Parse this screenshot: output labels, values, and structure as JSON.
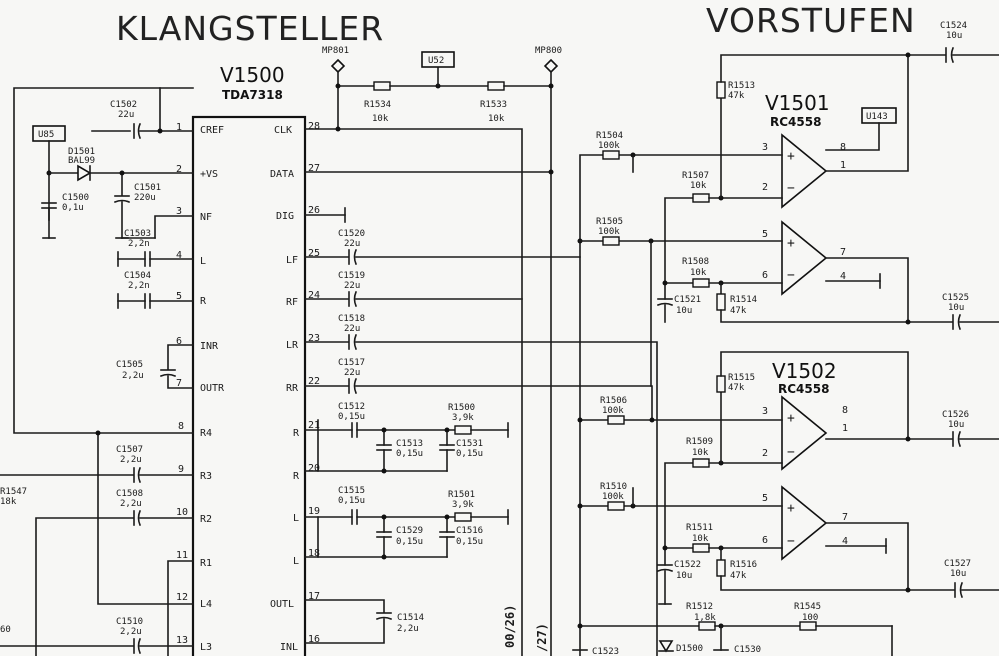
{
  "titles": {
    "left": "KLANGSTELLER",
    "right": "VORSTUFEN"
  },
  "ics": {
    "v1500": {
      "ref": "V1500",
      "part": "TDA7318"
    },
    "v1501": {
      "ref": "V1501",
      "part": "RC4558"
    },
    "v1502": {
      "ref": "V1502",
      "part": "RC4558"
    }
  },
  "tda_pins_left": [
    {
      "num": "1",
      "name": "CREF"
    },
    {
      "num": "2",
      "name": "+VS"
    },
    {
      "num": "3",
      "name": "NF"
    },
    {
      "num": "4",
      "name": "L"
    },
    {
      "num": "5",
      "name": "R"
    },
    {
      "num": "6",
      "name": "INR"
    },
    {
      "num": "7",
      "name": "OUTR"
    },
    {
      "num": "8",
      "name": "R4"
    },
    {
      "num": "9",
      "name": "R3"
    },
    {
      "num": "10",
      "name": "R2"
    },
    {
      "num": "11",
      "name": "R1"
    },
    {
      "num": "12",
      "name": "L4"
    },
    {
      "num": "13",
      "name": "L3"
    }
  ],
  "tda_pins_right": [
    {
      "num": "28",
      "name": "CLK"
    },
    {
      "num": "27",
      "name": "DATA"
    },
    {
      "num": "26",
      "name": "DIG"
    },
    {
      "num": "25",
      "name": "LF"
    },
    {
      "num": "24",
      "name": "RF"
    },
    {
      "num": "23",
      "name": "LR"
    },
    {
      "num": "22",
      "name": "RR"
    },
    {
      "num": "21",
      "name": "R"
    },
    {
      "num": "20",
      "name": "R"
    },
    {
      "num": "19",
      "name": "L"
    },
    {
      "num": "18",
      "name": "L"
    },
    {
      "num": "17",
      "name": "OUTL"
    },
    {
      "num": "16",
      "name": "INL"
    }
  ],
  "boxes": {
    "u85": "U85",
    "u52": "U52",
    "u143": "U143"
  },
  "measure_points": {
    "mp801": "MP801",
    "mp800": "MP800"
  },
  "parts": {
    "c1502": {
      "ref": "C1502",
      "val": "22u"
    },
    "d1501": {
      "ref": "D1501",
      "val": "BAL99"
    },
    "c1500": {
      "ref": "C1500",
      "val": "0,1u"
    },
    "c1501": {
      "ref": "C1501",
      "val": "220u"
    },
    "c1503": {
      "ref": "C1503",
      "val": "2,2n"
    },
    "c1504": {
      "ref": "C1504",
      "val": "2,2n"
    },
    "c1505": {
      "ref": "C1505",
      "val": "2,2u"
    },
    "c1507": {
      "ref": "C1507",
      "val": "2,2u"
    },
    "c1508": {
      "ref": "C1508",
      "val": "2,2u"
    },
    "c1510": {
      "ref": "C1510",
      "val": "2,2u"
    },
    "r1547": {
      "ref": "R1547",
      "val": "18k"
    },
    "r1534": {
      "ref": "R1534",
      "val": "10k"
    },
    "r1533": {
      "ref": "R1533",
      "val": "10k"
    },
    "c1520": {
      "ref": "C1520",
      "val": "22u"
    },
    "c1519": {
      "ref": "C1519",
      "val": "22u"
    },
    "c1518": {
      "ref": "C1518",
      "val": "22u"
    },
    "c1517": {
      "ref": "C1517",
      "val": "22u"
    },
    "c1512": {
      "ref": "C1512",
      "val": "0,15u"
    },
    "c1513": {
      "ref": "C1513",
      "val": "0,15u"
    },
    "c1531": {
      "ref": "C1531",
      "val": "0,15u"
    },
    "r1500": {
      "ref": "R1500",
      "val": "3,9k"
    },
    "c1515": {
      "ref": "C1515",
      "val": "0,15u"
    },
    "c1529": {
      "ref": "C1529",
      "val": "0,15u"
    },
    "c1516": {
      "ref": "C1516",
      "val": "0,15u"
    },
    "r1501": {
      "ref": "R1501",
      "val": "3,9k"
    },
    "c1514": {
      "ref": "C1514",
      "val": "2,2u"
    },
    "r1513": {
      "ref": "R1513",
      "val": "47k"
    },
    "r1504": {
      "ref": "R1504",
      "val": "100k"
    },
    "r1507": {
      "ref": "R1507",
      "val": "10k"
    },
    "r1505": {
      "ref": "R1505",
      "val": "100k"
    },
    "r1508": {
      "ref": "R1508",
      "val": "10k"
    },
    "c1521": {
      "ref": "C1521",
      "val": "10u"
    },
    "r1514": {
      "ref": "R1514",
      "val": "47k"
    },
    "c1524": {
      "ref": "C1524",
      "val": "10u"
    },
    "c1525": {
      "ref": "C1525",
      "val": "10u"
    },
    "r1515": {
      "ref": "R1515",
      "val": "47k"
    },
    "r1506": {
      "ref": "R1506",
      "val": "100k"
    },
    "r1509": {
      "ref": "R1509",
      "val": "10k"
    },
    "r1510": {
      "ref": "R1510",
      "val": "100k"
    },
    "r1511": {
      "ref": "R1511",
      "val": "10k"
    },
    "c1522": {
      "ref": "C1522",
      "val": "10u"
    },
    "r1516": {
      "ref": "R1516",
      "val": "47k"
    },
    "c1526": {
      "ref": "C1526",
      "val": "10u"
    },
    "c1527": {
      "ref": "C1527",
      "val": "10u"
    },
    "r1512": {
      "ref": "R1512",
      "val": "1,8k"
    },
    "r1545": {
      "ref": "R1545",
      "val": "100"
    },
    "c1523": {
      "ref": "C1523"
    },
    "d1500": {
      "ref": "D1500"
    },
    "c1530": {
      "ref": "C1530"
    }
  },
  "opamp_pins": {
    "v1501": {
      "p3": "3",
      "p2": "2",
      "p8": "8",
      "p1": "1",
      "p5": "5",
      "p6": "6",
      "p7": "7",
      "p4": "4"
    },
    "v1502": {
      "p3": "3",
      "p2": "2",
      "p8": "8",
      "p1": "1",
      "p5": "5",
      "p6": "6",
      "p7": "7",
      "p4": "4"
    }
  },
  "page_refs": {
    "a": "00/26)",
    "b": "/27)",
    "c": "60"
  }
}
